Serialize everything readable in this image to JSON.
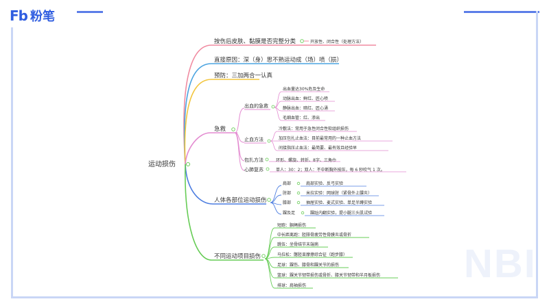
{
  "brand": {
    "mark": "Fb",
    "name": "粉笔"
  },
  "watermark": "NBI",
  "root": "运动损伤",
  "branches": {
    "b1": {
      "title": "按伤后皮肤、黏膜是否完整分类",
      "note": "开放性、闭合性（处理方法）"
    },
    "b2": {
      "title": "直接原因：深（身）思不熟运动成（场）喷（损）"
    },
    "b3": {
      "title": "预防：三加两合一认真"
    },
    "b4": {
      "title": "急救",
      "bleed": {
        "title": "出血的急救",
        "items": [
          "出血量达30%危及生命",
          "动脉出血：鲜红、匠心喷",
          "静脉出血：暗红、匠心涌",
          "毛细血管：红、渗出"
        ]
      },
      "stop": {
        "title": "止血方法",
        "items": [
          "冷敷法：常用于急性闭合性软组织损伤",
          "加压包扎止血法：目前最常用的一种止血方法",
          "间接指压止血法：最简要、最有效且经验早"
        ]
      },
      "bandage": {
        "title": "包扎方法",
        "value": "环形、螺旋、转折、8字、三角巾"
      },
      "cpr": {
        "title": "心肺复苏",
        "value": "单人：30：2；双人：不中断胸外按压，每 6 秒吹气 1 次。"
      }
    },
    "b5": {
      "title": "人体各部位运动损伤",
      "items": [
        {
          "part": "肩部",
          "test": "肩部实验、反弓实验"
        },
        {
          "part": "肘部",
          "test": "米拉实验：网球肘（紧骨外上髁炎）"
        },
        {
          "part": "膝部",
          "test": "抽屉实验、麦式实验、单足半蹲实验"
        },
        {
          "part": "踝及足",
          "test": "踝趾内翻实验，提小腿三头肌试验"
        }
      ]
    },
    "b6": {
      "title": "不同运动项目损伤",
      "items": [
        "短跑：腘绳损伤",
        "中长距离跑：胫腓骨疲劳性骨膜炎或骨折",
        "跳伍：坐骨结节末端病",
        "马拉松：髂胫束摩擦综合征（跑步膝）",
        "足球：踝伤、膝骨和踝关节的损伤",
        "篮球：踝关节韧带损伤或骨折、膝关节韧带和半月板损伤",
        "排球：肩袖损伤"
      ]
    }
  },
  "colors": {
    "b1": "#f08aa0",
    "b2": "#4aa3e0",
    "b3": "#f2c53d",
    "b4": "#e38ad0",
    "b5": "#4c7de0",
    "b6": "#66cc55",
    "frame": "#5b7de8",
    "brand": "#2f5de0"
  }
}
